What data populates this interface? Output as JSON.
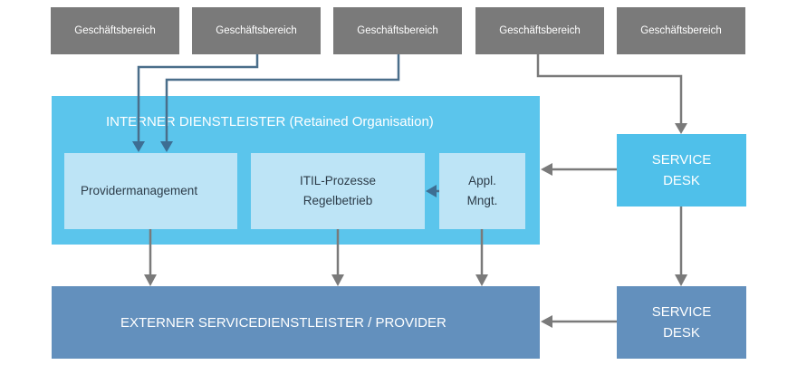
{
  "business_units": [
    {
      "label": "Geschäftsbereich"
    },
    {
      "label": "Geschäftsbereich"
    },
    {
      "label": "Geschäftsbereich"
    },
    {
      "label": "Geschäftsbereich"
    },
    {
      "label": "Geschäftsbereich"
    }
  ],
  "internal": {
    "title": "INTERNER DIENSTLEISTER (Retained Organisation)",
    "providermanagement": "Providermanagement",
    "itil": "ITIL-Prozesse\nRegelbetrieb",
    "appl": "Appl.\nMngt."
  },
  "service_desk_top": "SERVICE\nDESK",
  "external": {
    "title": "EXTERNER SERVICEDIENSTLEISTER / PROVIDER"
  },
  "service_desk_bottom": "SERVICE\nDESK",
  "colors": {
    "business_unit": "#7a7a7a",
    "internal": "#5bc5ec",
    "inner_box": "#bde4f6",
    "service_desk_top": "#4fc0ea",
    "external": "#6390bd",
    "arrow": "#7a7a7a"
  }
}
